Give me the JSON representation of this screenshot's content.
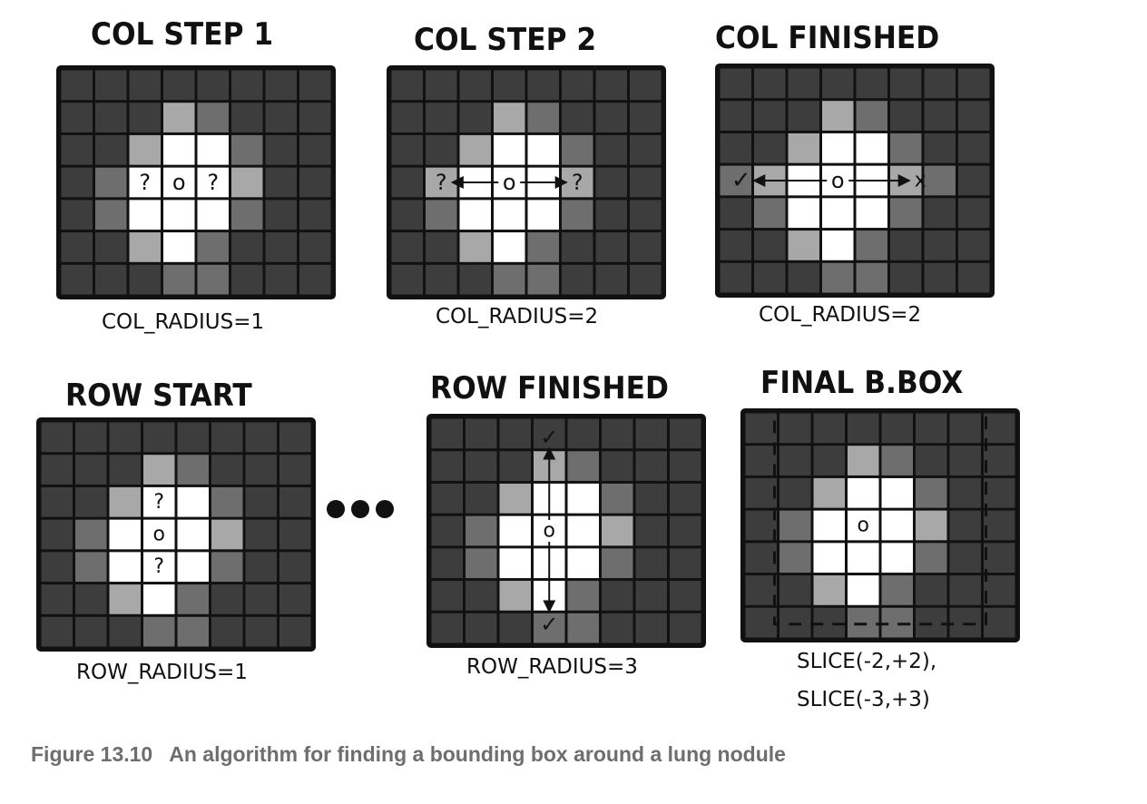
{
  "panels": [
    {
      "id": "p1",
      "title": "COL STEP 1",
      "subtitle": "COL_RADIUS=1"
    },
    {
      "id": "p2",
      "title": "COL STEP 2",
      "subtitle": "COL_RADIUS=2"
    },
    {
      "id": "p3",
      "title": "COL FINISHED",
      "subtitle": "COL_RADIUS=2"
    },
    {
      "id": "p4",
      "title": "ROW START",
      "subtitle": "ROW_RADIUS=1"
    },
    {
      "id": "p5",
      "title": "ROW FINISHED",
      "subtitle": "ROW_RADIUS=3"
    },
    {
      "id": "p6",
      "title": "FINAL B.BOX",
      "subtitle_line1": "SLICE(-2,+2),",
      "subtitle_line2": "SLICE(-3,+3)"
    }
  ],
  "marks": {
    "question": "?",
    "center": "o",
    "check": "✓",
    "cross": "x"
  },
  "caption": {
    "number": "Figure 13.10",
    "text": "An algorithm for finding a bounding box around a lung nodule"
  },
  "colors": {
    "dark": "#3d3d3d",
    "mid": "#6e6e6e",
    "light": "#a8a8a8",
    "white": "#ffffff",
    "outline": "#111111"
  },
  "grid": {
    "cols": 8,
    "rows": 7,
    "cells": [
      [
        0,
        0,
        0,
        0,
        0,
        0,
        0,
        0
      ],
      [
        0,
        0,
        0,
        2,
        1,
        0,
        0,
        0
      ],
      [
        0,
        0,
        2,
        3,
        3,
        1,
        0,
        0
      ],
      [
        0,
        1,
        3,
        3,
        3,
        2,
        0,
        0
      ],
      [
        0,
        1,
        3,
        3,
        3,
        1,
        0,
        0
      ],
      [
        0,
        0,
        2,
        3,
        1,
        0,
        0,
        0
      ],
      [
        0,
        0,
        0,
        1,
        1,
        0,
        0,
        0
      ]
    ]
  }
}
